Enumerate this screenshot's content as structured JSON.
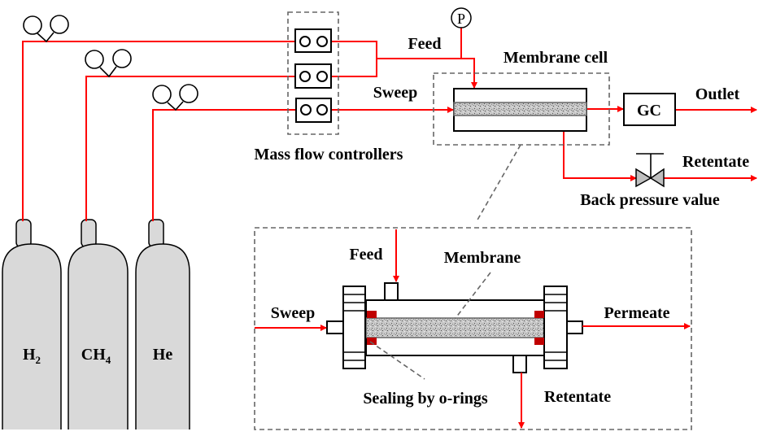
{
  "labels": {
    "feed": "Feed",
    "sweep": "Sweep",
    "membrane_cell": "Membrane cell",
    "mass_flow_controllers": "Mass flow controllers",
    "pressure_gauge": "P",
    "gc": "GC",
    "outlet": "Outlet",
    "retentate": "Retentate",
    "back_pressure": "Back pressure value",
    "detail_feed": "Feed",
    "detail_membrane": "Membrane",
    "detail_sweep": "Sweep",
    "detail_permeate": "Permeate",
    "detail_sealing": "Sealing by o-rings",
    "detail_retentate": "Retentate"
  },
  "cylinders": [
    {
      "name": "H",
      "sub": "2"
    },
    {
      "name": "CH",
      "sub": "4"
    },
    {
      "name": "He",
      "sub": ""
    }
  ],
  "colors": {
    "line": "#ff0000",
    "cylinder": "#d9d9d9",
    "o_ring": "#c00000",
    "dashed": "#666666"
  }
}
